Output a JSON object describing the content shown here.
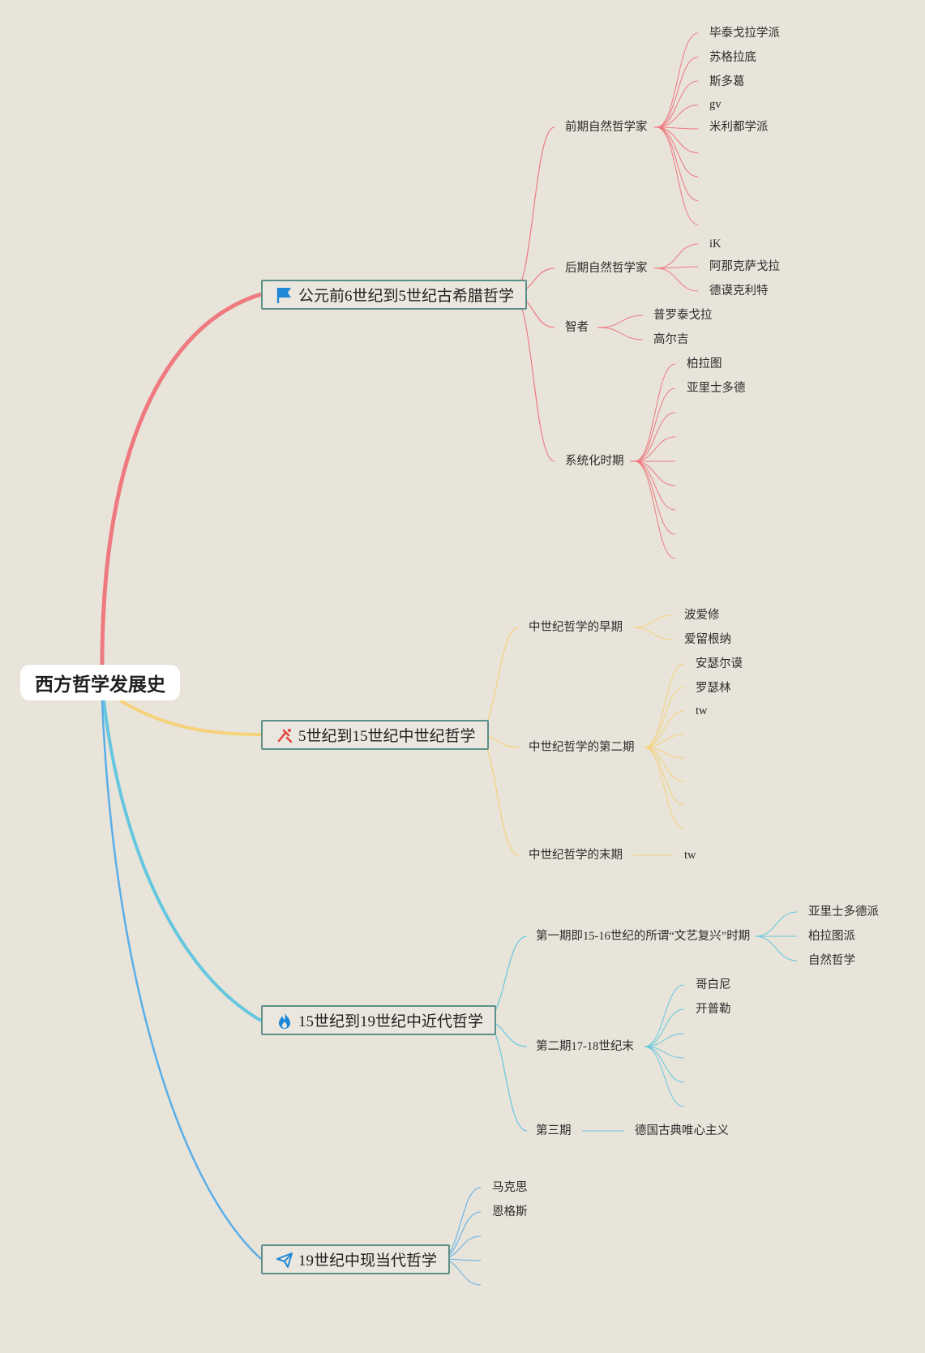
{
  "root": {
    "label": "西方哲学发展史"
  },
  "colors": {
    "ancient": "#ee7a80",
    "medieval": "#f6d27a",
    "modern": "#65c7df",
    "contemporary": "#5aaee8",
    "branch_border": "#5c8f89",
    "background": "#e8e4da"
  },
  "branches": [
    {
      "label": "公元前6世纪到5世纪古希腊哲学",
      "icon": "flag-icon",
      "color": "#ee7a80",
      "children": [
        {
          "label": "前期自然哲学家",
          "children": [
            "毕泰戈拉学派",
            "苏格拉底",
            "斯多葛",
            "gv",
            "米利都学派",
            "",
            "",
            "",
            ""
          ]
        },
        {
          "label": "后期自然哲学家",
          "children": [
            "iK",
            "阿那克萨戈拉",
            "德谟克利特"
          ]
        },
        {
          "label": "智者",
          "children": [
            "普罗泰戈拉",
            "高尔吉"
          ]
        },
        {
          "label": "系统化时期",
          "children": [
            "柏拉图",
            "亚里士多德",
            "",
            "",
            "",
            "",
            "",
            "",
            ""
          ]
        }
      ]
    },
    {
      "label": "5世纪到15世纪中世纪哲学",
      "icon": "tools-icon",
      "color": "#f6d27a",
      "children": [
        {
          "label": "中世纪哲学的早期",
          "children": [
            "波爱修",
            "爱留根纳"
          ]
        },
        {
          "label": "中世纪哲学的第二期",
          "children": [
            "安瑟尔谟",
            "罗瑟林",
            "tw",
            "",
            "",
            "",
            "",
            ""
          ]
        },
        {
          "label": "中世纪哲学的末期",
          "children": [
            "tw"
          ]
        }
      ]
    },
    {
      "label": "15世纪到19世纪中近代哲学",
      "icon": "fire-icon",
      "color": "#65c7df",
      "children": [
        {
          "label": "第一期即15-16世纪的所谓“文艺复兴”时期",
          "children": [
            "亚里士多德派",
            "柏拉图派",
            "自然哲学"
          ]
        },
        {
          "label": "第二期17-18世纪末",
          "children": [
            "哥白尼",
            "开普勒",
            "",
            "",
            "",
            ""
          ]
        },
        {
          "label": "第三期",
          "children": [
            "德国古典唯心主义"
          ]
        }
      ]
    },
    {
      "label": "19世纪中现当代哲学",
      "icon": "paper-plane-icon",
      "color": "#5aaee8",
      "children": [
        "马克思",
        "恩格斯",
        "",
        "",
        ""
      ]
    }
  ]
}
